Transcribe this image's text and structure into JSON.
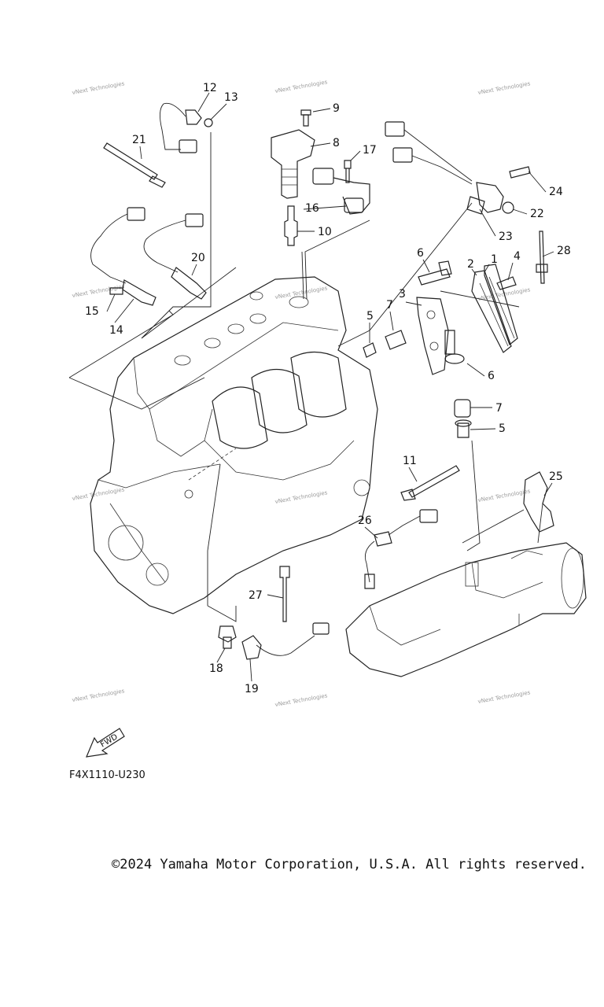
{
  "diagram": {
    "callouts": [
      "1",
      "2",
      "3",
      "4",
      "5",
      "5",
      "6",
      "6",
      "7",
      "7",
      "8",
      "9",
      "10",
      "11",
      "12",
      "13",
      "14",
      "15",
      "16",
      "17",
      "18",
      "19",
      "20",
      "21",
      "22",
      "23",
      "24",
      "25",
      "26",
      "27",
      "28"
    ],
    "watermark": "vNext Technologies",
    "fwd_label": "FWD",
    "figure_code": "F4X1110-U230"
  },
  "footer": {
    "copyright": "©2024 Yamaha Motor Corporation, U.S.A. All rights reserved."
  }
}
